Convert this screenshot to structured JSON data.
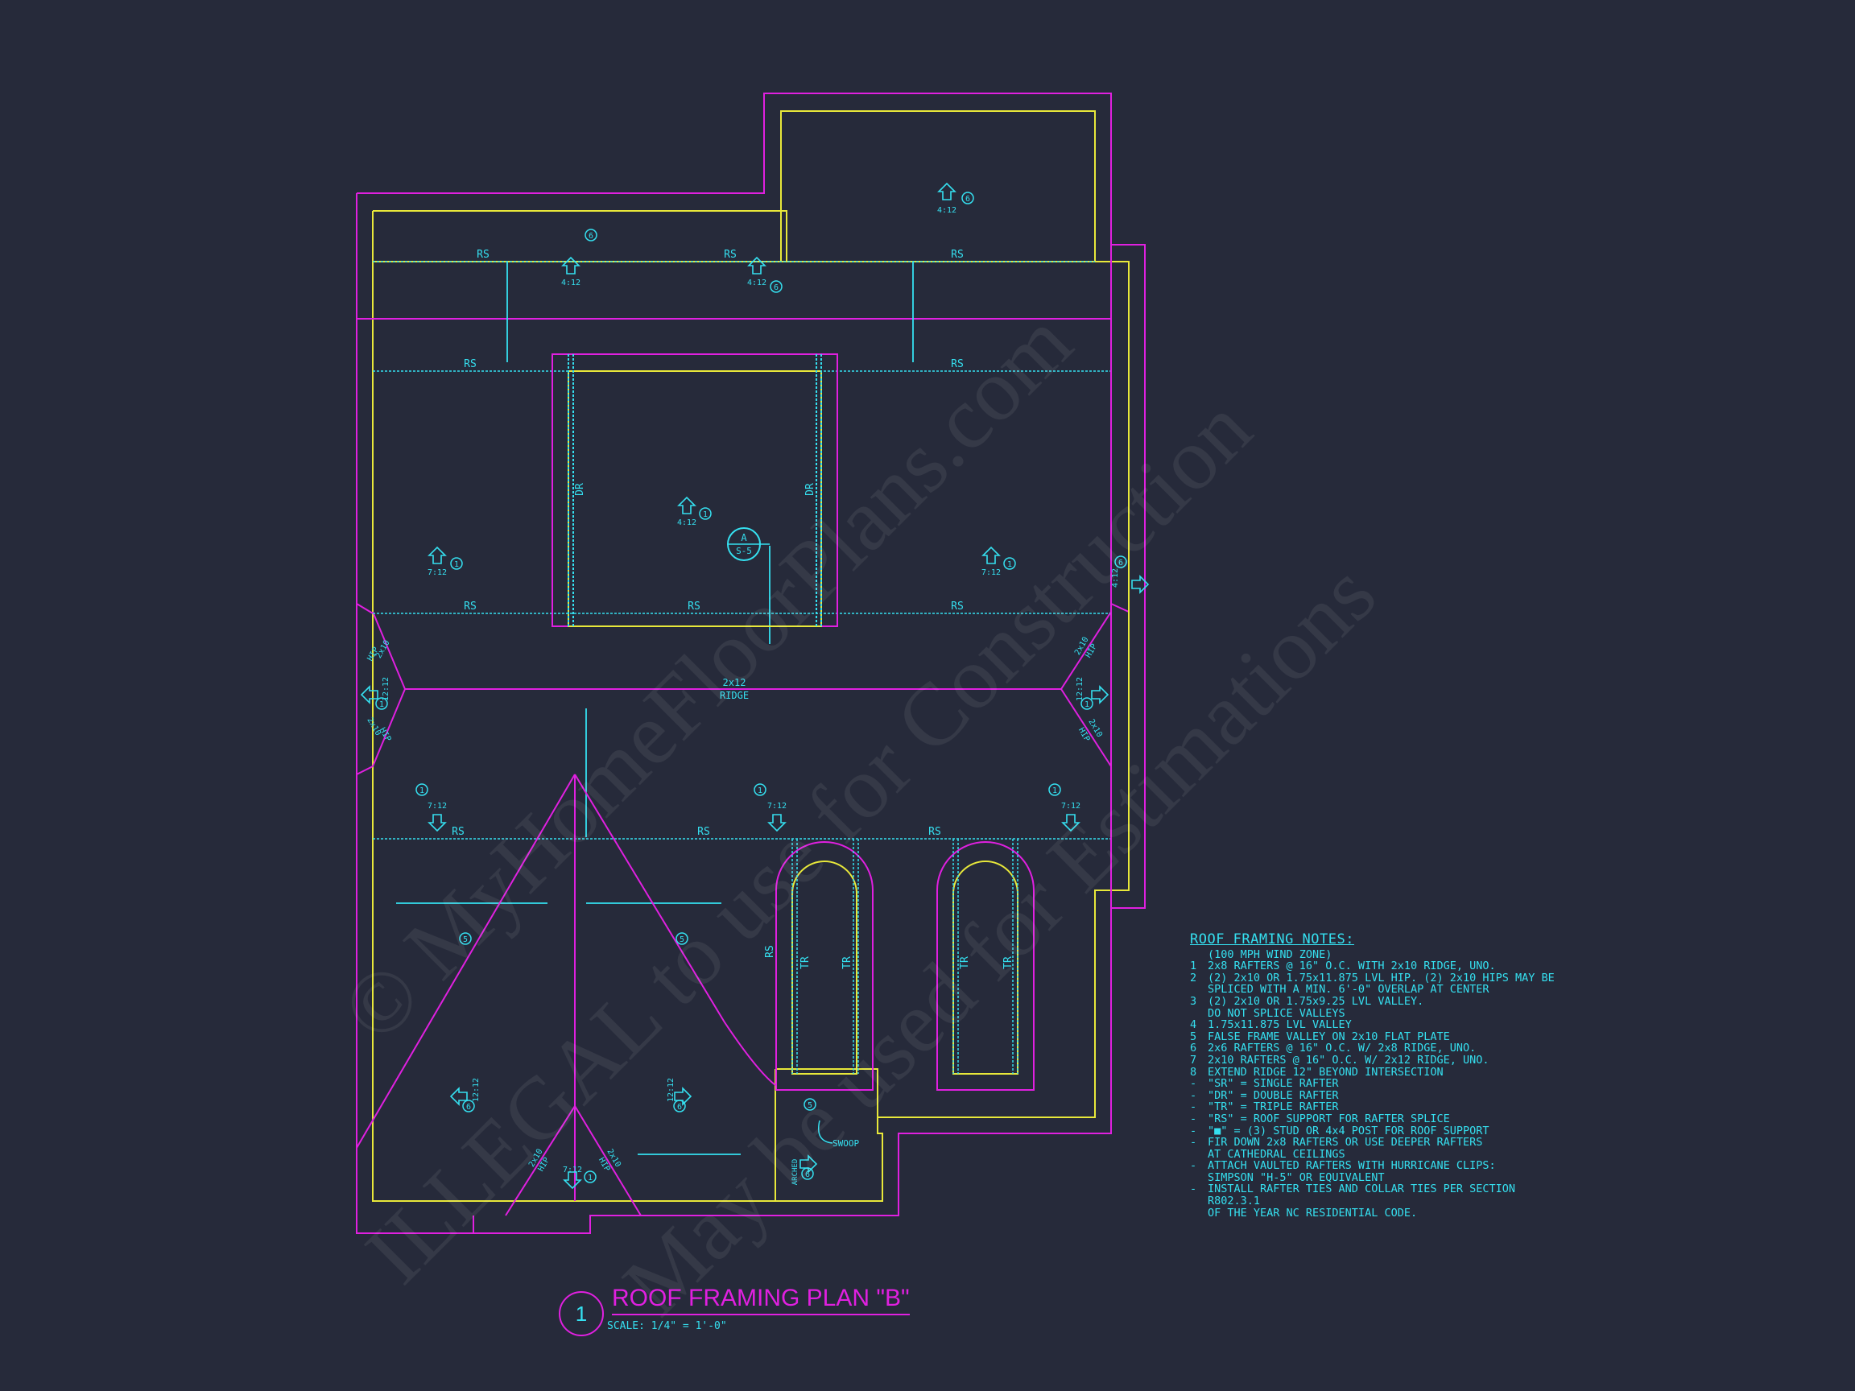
{
  "drawing": {
    "title": "ROOF FRAMING PLAN \"B\"",
    "number": "1",
    "scale": "SCALE: 1/4\" = 1'-0\""
  },
  "labels": {
    "rs": "RS",
    "dr": "DR",
    "tr": "TR",
    "ridge_size": "2x12",
    "ridge": "RIDGE",
    "pitch_4": "4:12",
    "pitch_7": "7:12",
    "pitch_12": "12:12",
    "hip": "HIP",
    "hip_size": "2x10",
    "swoop": "SWOOP",
    "arched": "ARCHED",
    "section_tag_top": "A",
    "section_tag_bottom": "S-5",
    "n1": "1",
    "n5": "5",
    "n6": "6"
  },
  "notes": {
    "title": "ROOF FRAMING NOTES:",
    "items": [
      {
        "mark": "",
        "text": "(100 MPH WIND ZONE)"
      },
      {
        "mark": "1",
        "text": "2x8 RAFTERS @ 16\" O.C. WITH 2x10 RIDGE, UNO."
      },
      {
        "mark": "2",
        "text": "(2) 2x10 OR 1.75x11.875 LVL HIP. (2) 2x10 HIPS MAY BE\nSPLICED WITH A MIN. 6'-0\" OVERLAP AT CENTER"
      },
      {
        "mark": "3",
        "text": "(2) 2x10 OR 1.75x9.25 LVL VALLEY.\nDO NOT SPLICE VALLEYS"
      },
      {
        "mark": "4",
        "text": "1.75x11.875 LVL VALLEY"
      },
      {
        "mark": "5",
        "text": "FALSE FRAME VALLEY ON 2x10 FLAT PLATE"
      },
      {
        "mark": "6",
        "text": "2x6 RAFTERS @ 16\" O.C. W/ 2x8 RIDGE, UNO."
      },
      {
        "mark": "7",
        "text": "2x10 RAFTERS @ 16\" O.C. W/ 2x12 RIDGE, UNO."
      },
      {
        "mark": "8",
        "text": "EXTEND RIDGE 12\" BEYOND INTERSECTION"
      },
      {
        "mark": "-",
        "text": "\"SR\" = SINGLE RAFTER"
      },
      {
        "mark": "-",
        "text": "\"DR\" = DOUBLE RAFTER"
      },
      {
        "mark": "-",
        "text": "\"TR\" = TRIPLE RAFTER"
      },
      {
        "mark": "-",
        "text": "\"RS\" = ROOF SUPPORT FOR RAFTER SPLICE"
      },
      {
        "mark": "-",
        "text": "\"■\" = (3) STUD OR 4x4 POST FOR ROOF SUPPORT"
      },
      {
        "mark": "-",
        "text": "FIR DOWN 2x8 RAFTERS OR USE DEEPER RAFTERS\nAT CATHEDRAL CEILINGS"
      },
      {
        "mark": "-",
        "text": "ATTACH VAULTED RAFTERS WITH HURRICANE CLIPS:\nSIMPSON \"H-5\" OR EQUIVALENT"
      },
      {
        "mark": "-",
        "text": "INSTALL RAFTER TIES AND COLLAR TIES PER SECTION R802.3.1\nOF THE YEAR NC RESIDENTIAL CODE."
      }
    ]
  },
  "watermark": {
    "line1": "© MyHomeFloorPlans.com",
    "line2": "ILLEGAL to use for Construction",
    "line3": "May be used for Estimations"
  },
  "colors": {
    "background": "#262a3a",
    "magenta": "#e020e0",
    "yellow": "#e8e83a",
    "cyan": "#35e0f0"
  }
}
